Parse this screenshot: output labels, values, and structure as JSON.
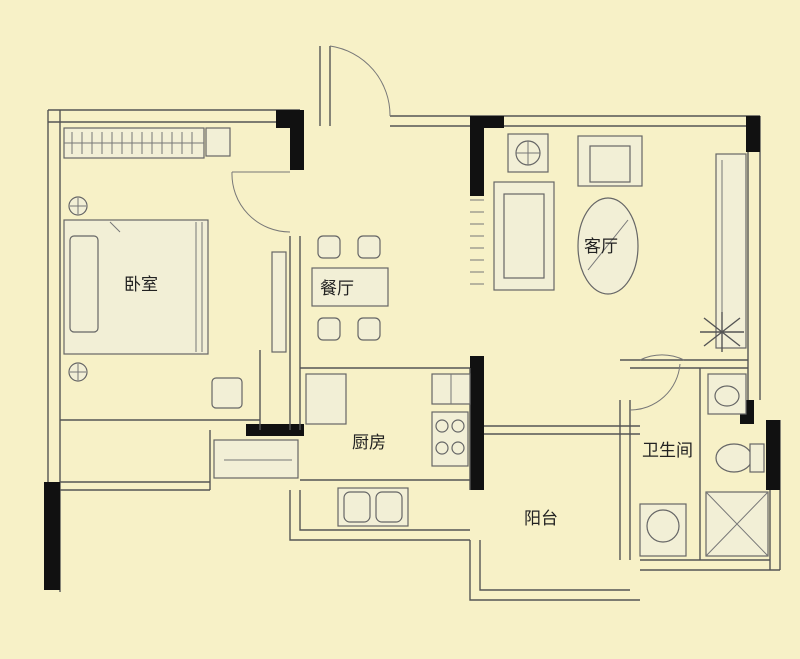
{
  "plan": {
    "background": "#f7f1c7",
    "wall_color": "#111111",
    "line_color": "#555555",
    "rooms": {
      "bedroom": "卧室",
      "dining": "餐厅",
      "living": "客厅",
      "kitchen": "厨房",
      "bathroom": "卫生间",
      "balcony": "阳台"
    },
    "icons": [
      "bed-icon",
      "sofa-icon",
      "armchair-icon",
      "oval-table-icon",
      "dining-table-icon",
      "sink-icon",
      "stove-icon",
      "toilet-icon",
      "washing-machine-icon",
      "shower-icon",
      "plant-icon",
      "tv-cabinet-icon",
      "radiator-icon",
      "door-swing-icon"
    ]
  }
}
